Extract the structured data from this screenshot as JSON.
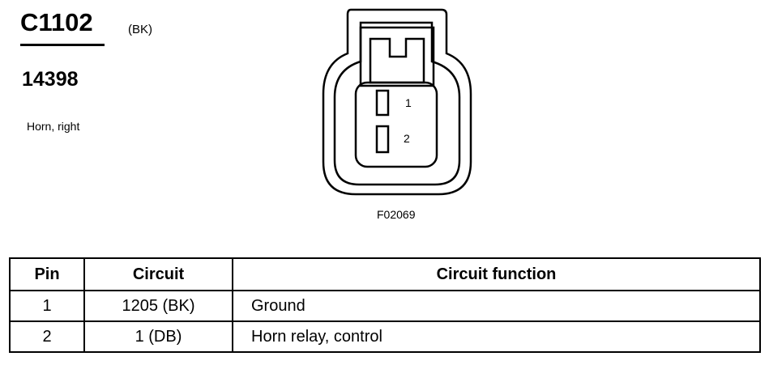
{
  "connector": {
    "id": "C1102",
    "color": "(BK)",
    "part_number": "14398",
    "description": "Horn, right",
    "figure_id": "F02069",
    "pin_labels": [
      "1",
      "2"
    ]
  },
  "table": {
    "headers": [
      "Pin",
      "Circuit",
      "Circuit function"
    ],
    "rows": [
      {
        "pin": "1",
        "circuit": "1205 (BK)",
        "function": "Ground"
      },
      {
        "pin": "2",
        "circuit": "1 (DB)",
        "function": "Horn relay, control"
      }
    ]
  }
}
